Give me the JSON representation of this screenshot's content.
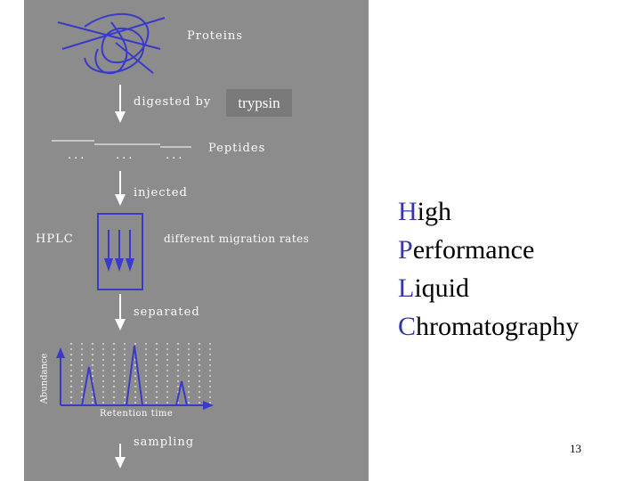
{
  "diagram": {
    "proteins_label": "Proteins",
    "digested_label": "digested by",
    "trypsin_label": "trypsin",
    "peptides_label": "Peptides",
    "injected_label": "injected",
    "hplc_label": "HPLC",
    "migration_label": "different migration rates",
    "separated_label": "separated",
    "abundance_label": "Abundance",
    "retention_label": "Retention time",
    "sampling_label": "sampling",
    "peptide_dots": "...",
    "accent_color": "#3a3ac8"
  },
  "acronym": {
    "lines": [
      {
        "first": "H",
        "rest": "igh"
      },
      {
        "first": "P",
        "rest": "erformance"
      },
      {
        "first": "L",
        "rest": "iquid"
      },
      {
        "first": "C",
        "rest": "hromatography"
      }
    ]
  },
  "page_number": "13"
}
